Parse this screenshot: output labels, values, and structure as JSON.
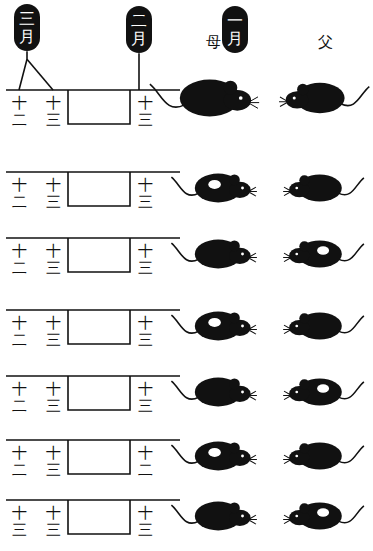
{
  "diagram": {
    "nodes": [
      {
        "text": [
          "三月"
        ]
      },
      {
        "text": [
          "二月"
        ]
      },
      {
        "text": [
          "一月"
        ]
      }
    ],
    "labels": [
      "母",
      "父",
      "十二",
      "十三",
      "十三",
      "十二",
      "十三",
      "十三",
      "十二",
      "十三",
      "十三",
      "十二",
      "十三",
      "十三",
      "十二",
      "十三",
      "十三",
      "十二",
      "十三",
      "十二",
      "十三",
      "十三",
      "十三"
    ]
  }
}
